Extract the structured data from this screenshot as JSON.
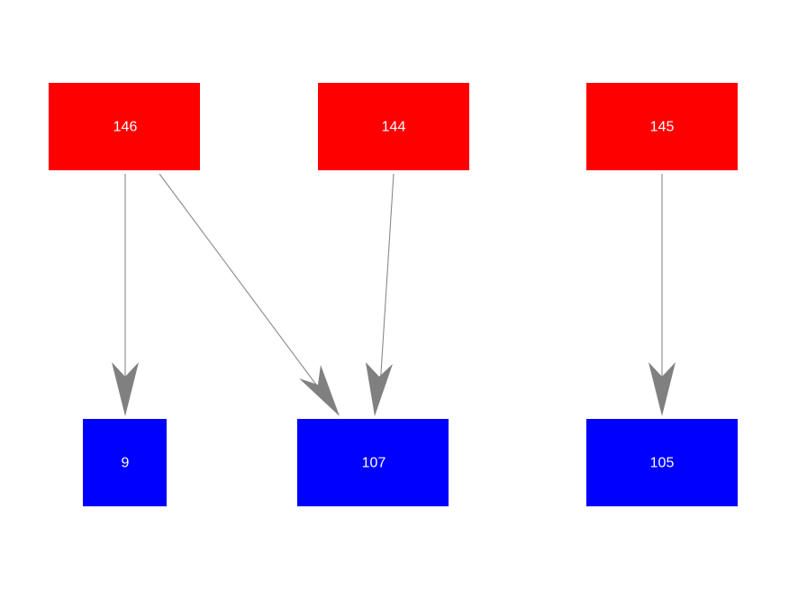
{
  "colors": {
    "source_node": "#ff0000",
    "target_node": "#0000ff",
    "edge": "#808080",
    "label": "#ffffff",
    "background": "#ffffff"
  },
  "nodes": [
    {
      "id": "n146",
      "label": "146",
      "group": "source"
    },
    {
      "id": "n144",
      "label": "144",
      "group": "source"
    },
    {
      "id": "n145",
      "label": "145",
      "group": "source"
    },
    {
      "id": "n9",
      "label": "9",
      "group": "target"
    },
    {
      "id": "n107",
      "label": "107",
      "group": "target"
    },
    {
      "id": "n105",
      "label": "105",
      "group": "target"
    }
  ],
  "edges": [
    {
      "from": "n146",
      "to": "n9"
    },
    {
      "from": "n146",
      "to": "n107"
    },
    {
      "from": "n144",
      "to": "n107"
    },
    {
      "from": "n145",
      "to": "n105"
    }
  ]
}
